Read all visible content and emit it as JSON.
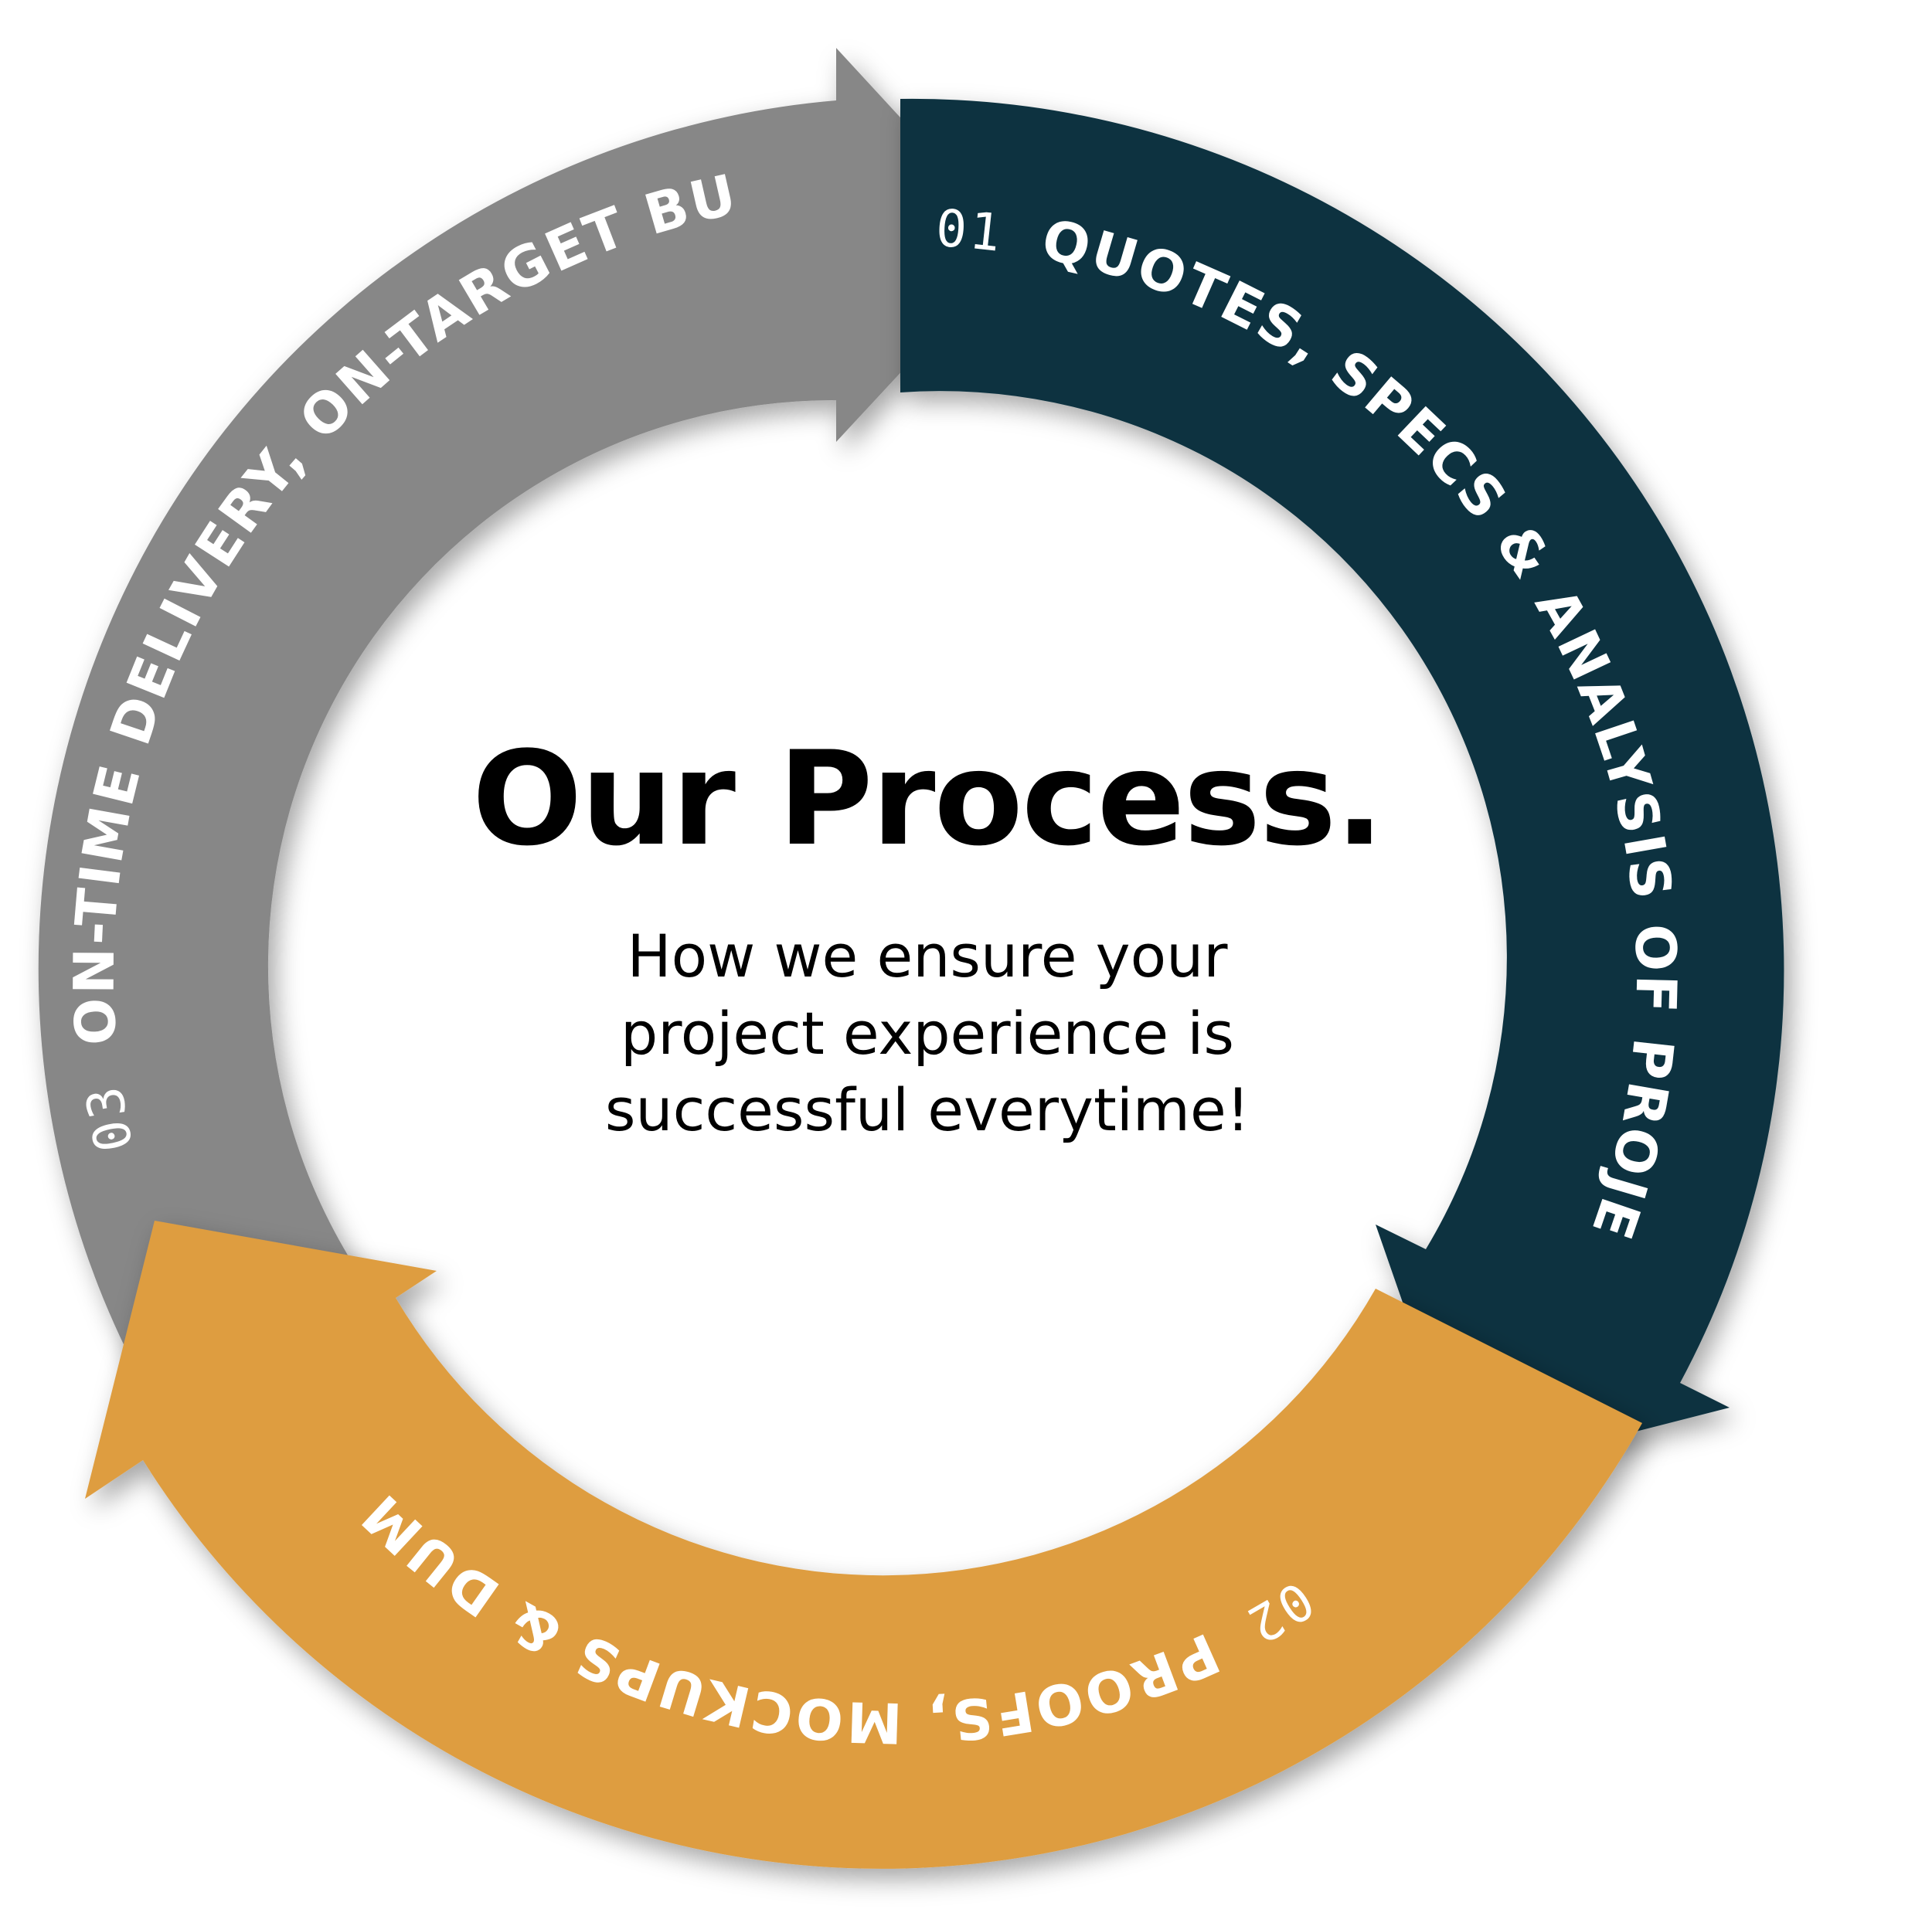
{
  "title": "Our Process.",
  "subtitle_lines": [
    "How we ensure your",
    "project experience is",
    "successful everytime!"
  ],
  "steps": [
    {
      "number": "01",
      "label": "QUOTES, SPECS & ANALYSIS OF PROJECT.",
      "color": "#0b3340"
    },
    {
      "number": "02",
      "label": "PROOFS, MOCKUPS & DUMMIES.",
      "color": "#de9d40"
    },
    {
      "number": "03",
      "label": "ON-TIME DELIVERY, ON-TARGET BUDGET.",
      "color": "#878787"
    }
  ],
  "colors": {
    "text_on_arrow": "#ffffff",
    "title": "#000000",
    "background": "#ffffff"
  }
}
